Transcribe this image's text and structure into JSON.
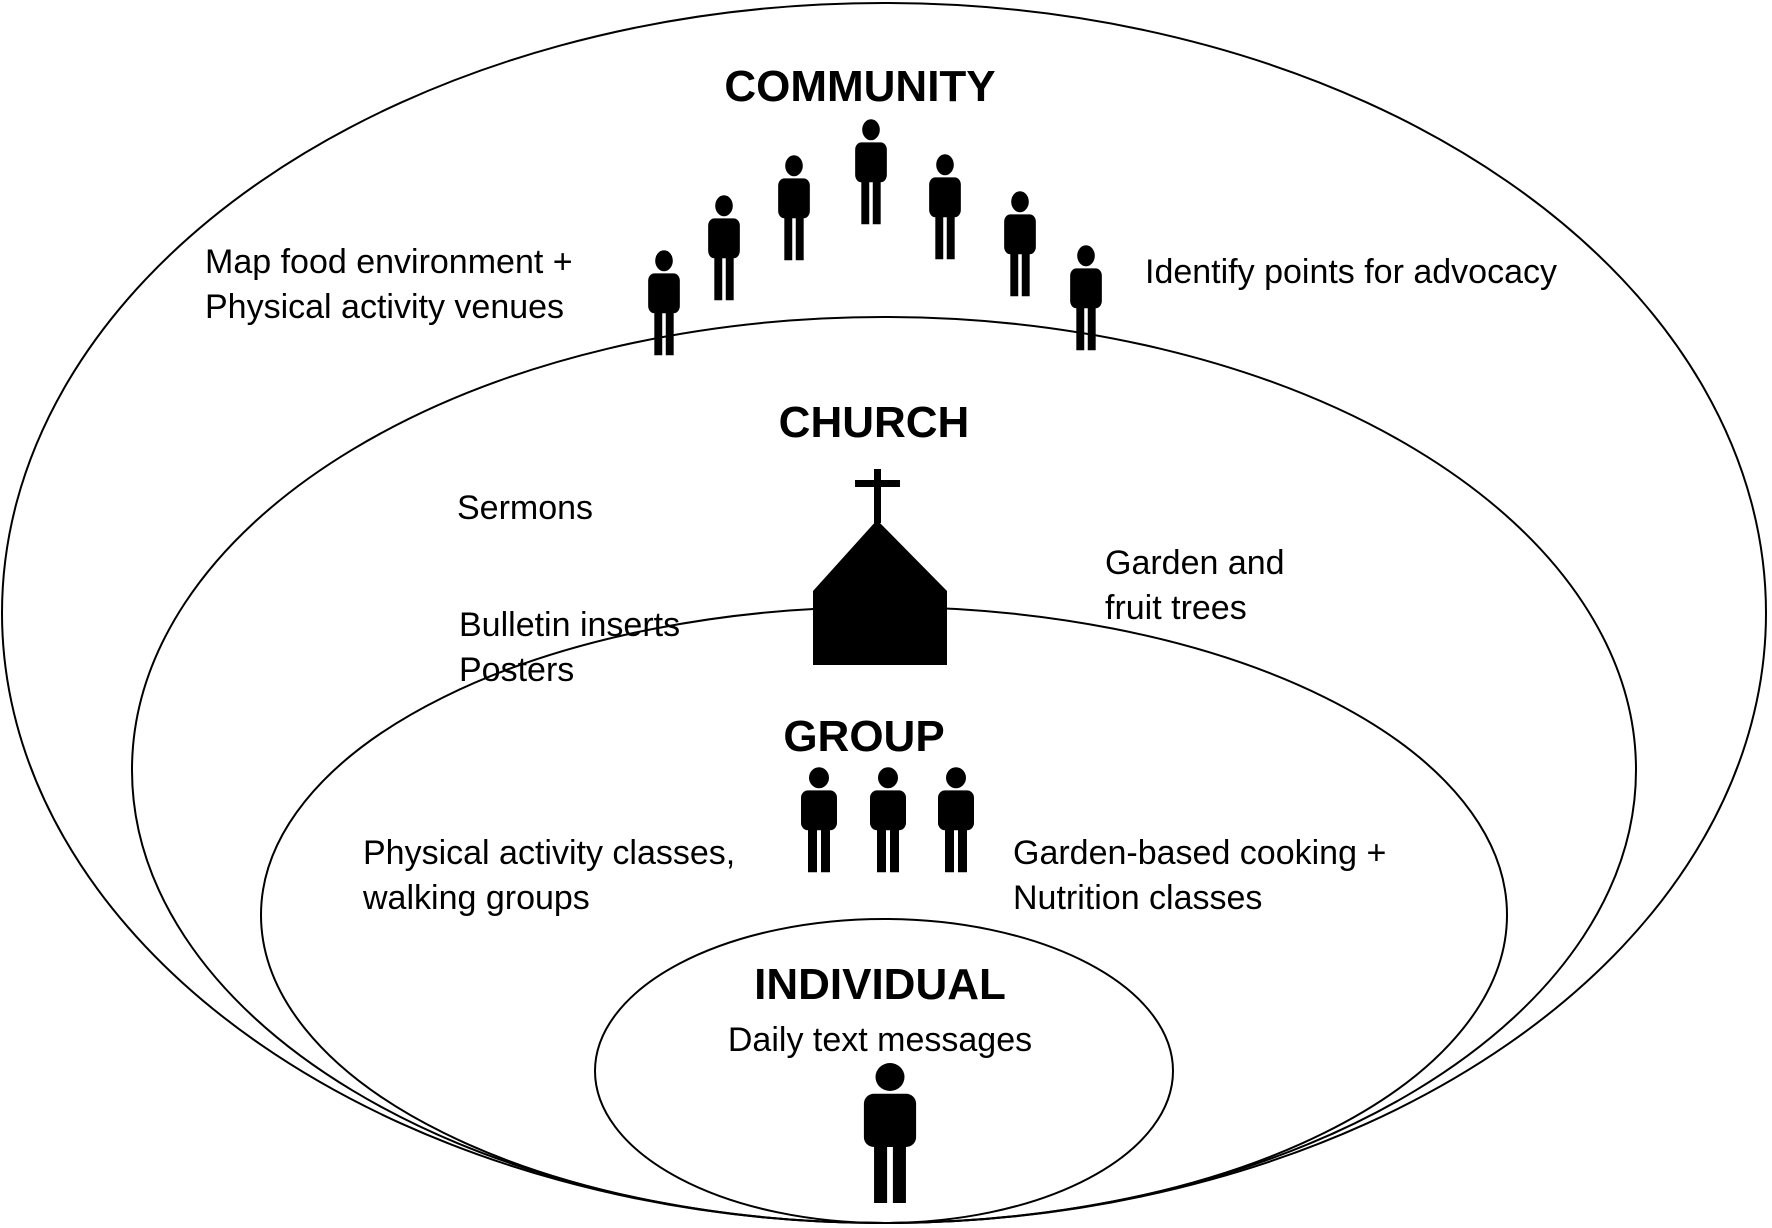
{
  "levels": {
    "community": {
      "title": "COMMUNITY",
      "notes_left": [
        "Map food environment  +",
        "Physical activity venues"
      ],
      "notes_right": [
        "Identify  points for advocacy"
      ],
      "people_icon": "person-icon",
      "people_count": 7
    },
    "church": {
      "title": "CHURCH",
      "icon": "church-icon",
      "notes_left_top": [
        "Sermons"
      ],
      "notes_left_bottom": [
        "Bulletin inserts",
        "Posters"
      ],
      "notes_right": [
        "Garden and",
        "fruit trees"
      ]
    },
    "group": {
      "title": "GROUP",
      "notes_left": [
        "Physical activity classes,",
        "walking groups"
      ],
      "notes_right": [
        "Garden-based cooking +",
        "Nutrition classes"
      ],
      "people_icon": "person-icon",
      "people_count": 3
    },
    "individual": {
      "title": "INDIVIDUAL",
      "notes": [
        "Daily text messages"
      ],
      "people_icon": "person-icon",
      "people_count": 1
    }
  },
  "colors": {
    "stroke": "#000000",
    "background": "#ffffff"
  }
}
